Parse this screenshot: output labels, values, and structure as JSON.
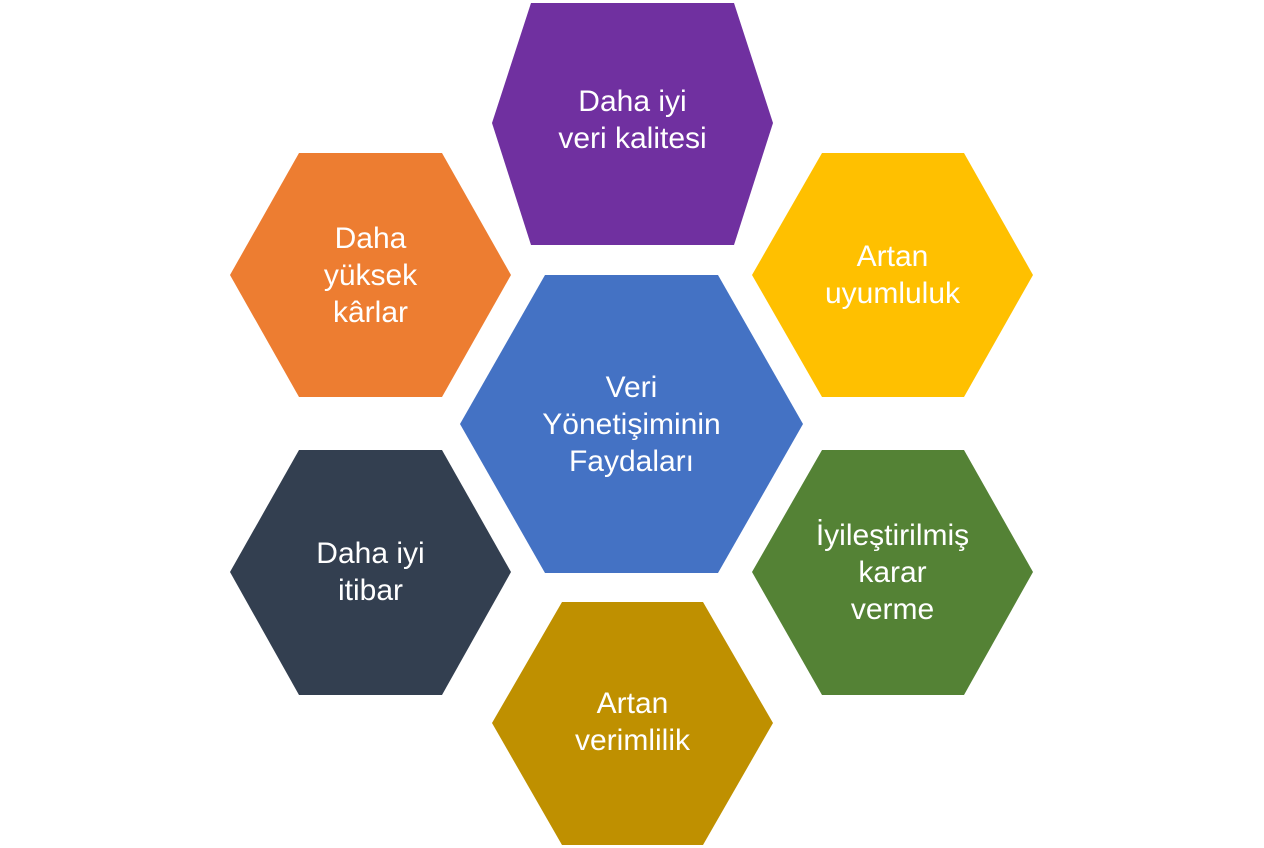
{
  "diagram": {
    "type": "hexagon-cluster",
    "background": "#ffffff",
    "center": {
      "id": "center",
      "label": "Veri\nYönetişiminin\nFaydaları",
      "color": "#4472C4"
    },
    "nodes": [
      {
        "id": "top",
        "position": "top",
        "label": "Daha iyi\nveri kalitesi",
        "color": "#7030A0"
      },
      {
        "id": "upper-left",
        "position": "upper-left",
        "label": "Daha\nyüksek\nkârlar",
        "color": "#ED7D31"
      },
      {
        "id": "upper-right",
        "position": "upper-right",
        "label": "Artan\nuyumluluk",
        "color": "#FFC000"
      },
      {
        "id": "lower-left",
        "position": "lower-left",
        "label": "Daha iyi\nitibar",
        "color": "#333F50"
      },
      {
        "id": "lower-right",
        "position": "lower-right",
        "label": "İyileştirilmiş\nkarar\nverme",
        "color": "#548235"
      },
      {
        "id": "bottom",
        "position": "bottom",
        "label": "Artan\nverimlilik",
        "color": "#BF9000"
      }
    ],
    "text_color": "#ffffff"
  }
}
